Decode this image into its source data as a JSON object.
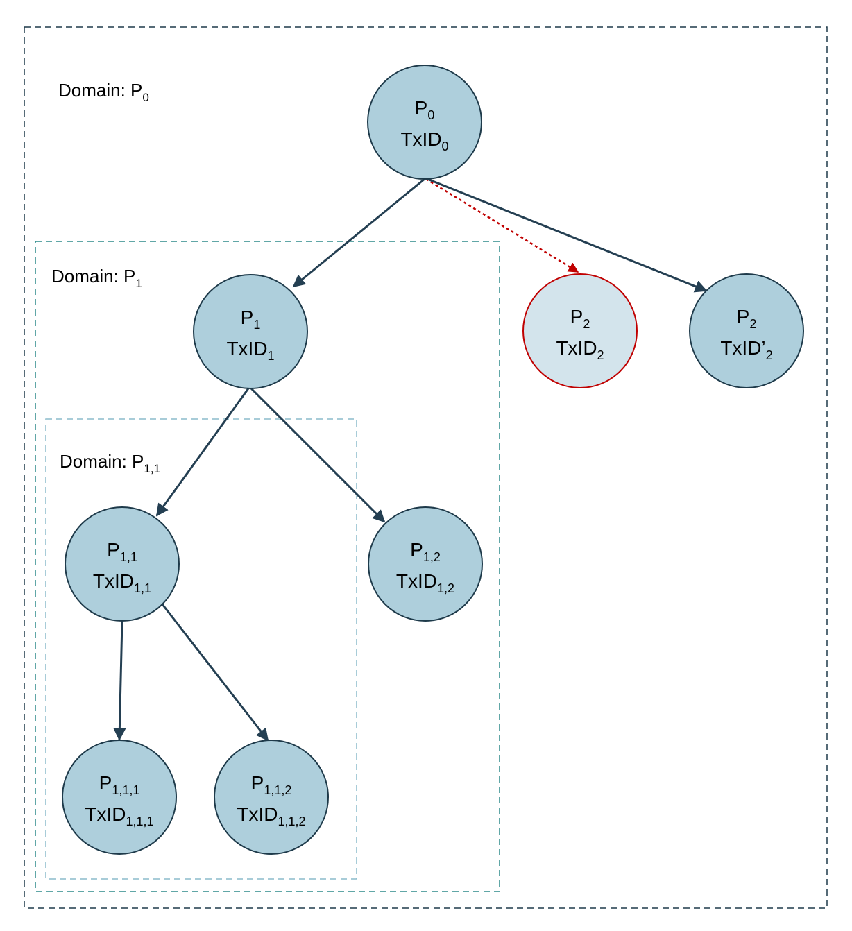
{
  "domains": [
    {
      "id": "d0",
      "base": "Domain: P",
      "sub": "0"
    },
    {
      "id": "d1",
      "base": "Domain: P",
      "sub": "1"
    },
    {
      "id": "d11",
      "base": "Domain: P",
      "sub": "1,1"
    }
  ],
  "nodes": [
    {
      "id": "p0",
      "line1": "P",
      "sub1": "0",
      "line2": "TxID",
      "sub2": "0",
      "highlight": false
    },
    {
      "id": "p1",
      "line1": "P",
      "sub1": "1",
      "line2": "TxID",
      "sub2": "1",
      "highlight": false
    },
    {
      "id": "p2red",
      "line1": "P",
      "sub1": "2",
      "line2": "TxID",
      "sub2": "2",
      "highlight": true
    },
    {
      "id": "p2",
      "line1": "P",
      "sub1": "2",
      "line2": "TxID’",
      "sub2": "2",
      "highlight": false
    },
    {
      "id": "p11",
      "line1": "P",
      "sub1": "1,1",
      "line2": "TxID",
      "sub2": "1,1",
      "highlight": false
    },
    {
      "id": "p12",
      "line1": "P",
      "sub1": "1,2",
      "line2": "TxID",
      "sub2": "1,2",
      "highlight": false
    },
    {
      "id": "p111",
      "line1": "P",
      "sub1": "1,1,1",
      "line2": "TxID",
      "sub2": "1,1,1",
      "highlight": false
    },
    {
      "id": "p112",
      "line1": "P",
      "sub1": "1,1,2",
      "line2": "TxID",
      "sub2": "1,1,2",
      "highlight": false
    }
  ],
  "edges": [
    {
      "from": "p0",
      "to": "p1",
      "style": "solid"
    },
    {
      "from": "p0",
      "to": "p2red",
      "style": "dotted"
    },
    {
      "from": "p0",
      "to": "p2",
      "style": "solid"
    },
    {
      "from": "p1",
      "to": "p11",
      "style": "solid"
    },
    {
      "from": "p1",
      "to": "p12",
      "style": "solid"
    },
    {
      "from": "p11",
      "to": "p111",
      "style": "solid"
    },
    {
      "from": "p11",
      "to": "p112",
      "style": "solid"
    }
  ],
  "colors": {
    "node_fill": "#aecfdc",
    "node_stroke": "#1e3a4a",
    "highlight_fill": "#d3e4ec",
    "highlight_stroke": "#c00000",
    "edge": "#243f52",
    "dotted_edge": "#c00000",
    "domain0_border": "#1e3a4a",
    "domain1_border": "#2d8a8a",
    "domain11_border": "#8bbccc"
  }
}
